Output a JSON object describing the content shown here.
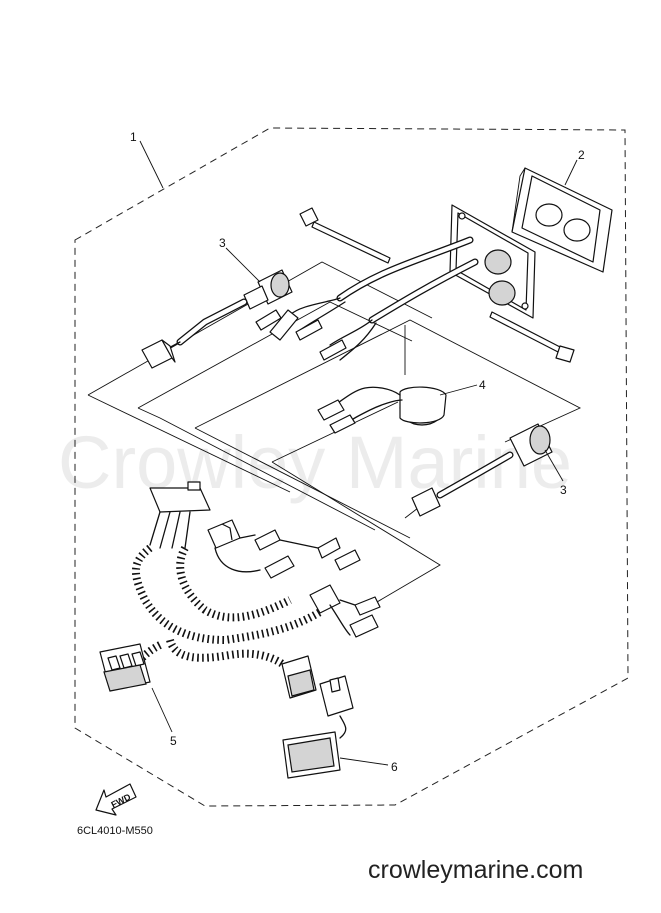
{
  "watermark": "Crowley Marine",
  "website": "crowleymarine.com",
  "drawing_code": "6CL4010-M550",
  "fwd_label": "FWD",
  "callouts": {
    "c1": "1",
    "c2": "2",
    "c3a": "3",
    "c3b": "3",
    "c4": "4",
    "c5": "5",
    "c6": "6"
  },
  "icons": {
    "fwd_arrow": "left-down-arrow"
  }
}
